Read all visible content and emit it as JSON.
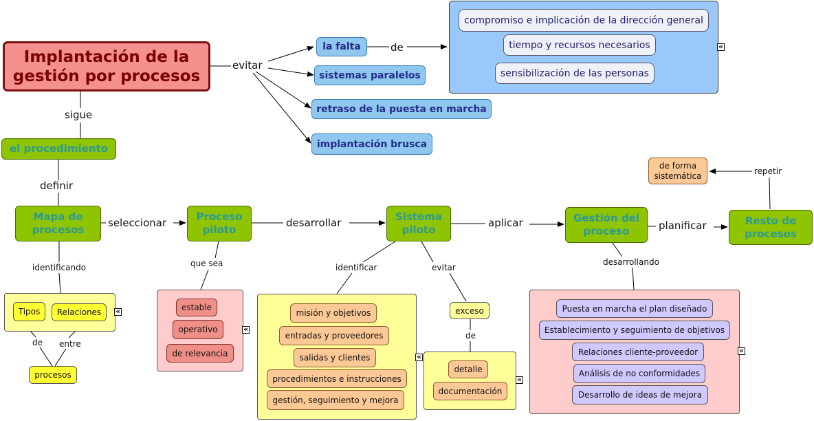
{
  "main": {
    "title": "Implantación de la gestión por procesos",
    "sigue": "sigue",
    "procedimiento": "el procedimiento",
    "definir": "definir",
    "evitar": "evitar"
  },
  "evitar_items": {
    "la_falta": "la falta",
    "de": "de",
    "sistemas": "sistemas paralelos",
    "retraso": "retraso de la puesta en marcha",
    "implantacion": "implantación brusca",
    "falta_items": [
      "compromiso e implicación de la dirección general",
      "tiempo y recursos necesarios",
      "sensibilización de las personas"
    ]
  },
  "chain": {
    "mapa": "Mapa de procesos",
    "seleccionar": "seleccionar",
    "piloto": "Proceso piloto",
    "desarrollar": "desarrollar",
    "sistema": "Sistema piloto",
    "aplicar": "aplicar",
    "gestion": "Gestión del proceso",
    "planificar": "planificar",
    "resto": "Resto de procesos",
    "repetir": "repetir",
    "forma": "de forma sistemática"
  },
  "mapa_branch": {
    "identificando": "identificando",
    "tipos": "Tipos",
    "relaciones": "Relaciones",
    "de": "de",
    "entre": "entre",
    "procesos": "procesos"
  },
  "piloto_branch": {
    "que_sea": "que sea",
    "items": [
      "estable",
      "operativo",
      "de relevancia"
    ]
  },
  "sistema_branch": {
    "identificar": "identificar",
    "items": [
      "misión y objetivos",
      "entradas y proveedores",
      "salidas y clientes",
      "procedimientos e instrucciones",
      "gestión, seguimiento y mejora"
    ],
    "evitar": "evitar",
    "exceso": "exceso",
    "de": "de",
    "detalle": "detalle",
    "documentacion": "documentación"
  },
  "gestion_branch": {
    "desarrollando": "desarrollando",
    "items": [
      "Puesta en marcha el plan diseñado",
      "Establecimiento y seguimiento de objetivos",
      "Relaciones cliente-proveedor",
      "Análisis de no conformidades",
      "Desarrollo de ideas de mejora"
    ]
  },
  "colors": {
    "title_bg": "#f4908e",
    "green": "#8fc400",
    "blue": "#8fc7ee",
    "group_blue": "#99c8fb",
    "group_yellow": "#ffff99",
    "group_pink": "#ffcccc"
  },
  "icons": {
    "expand": "expand-icon"
  }
}
